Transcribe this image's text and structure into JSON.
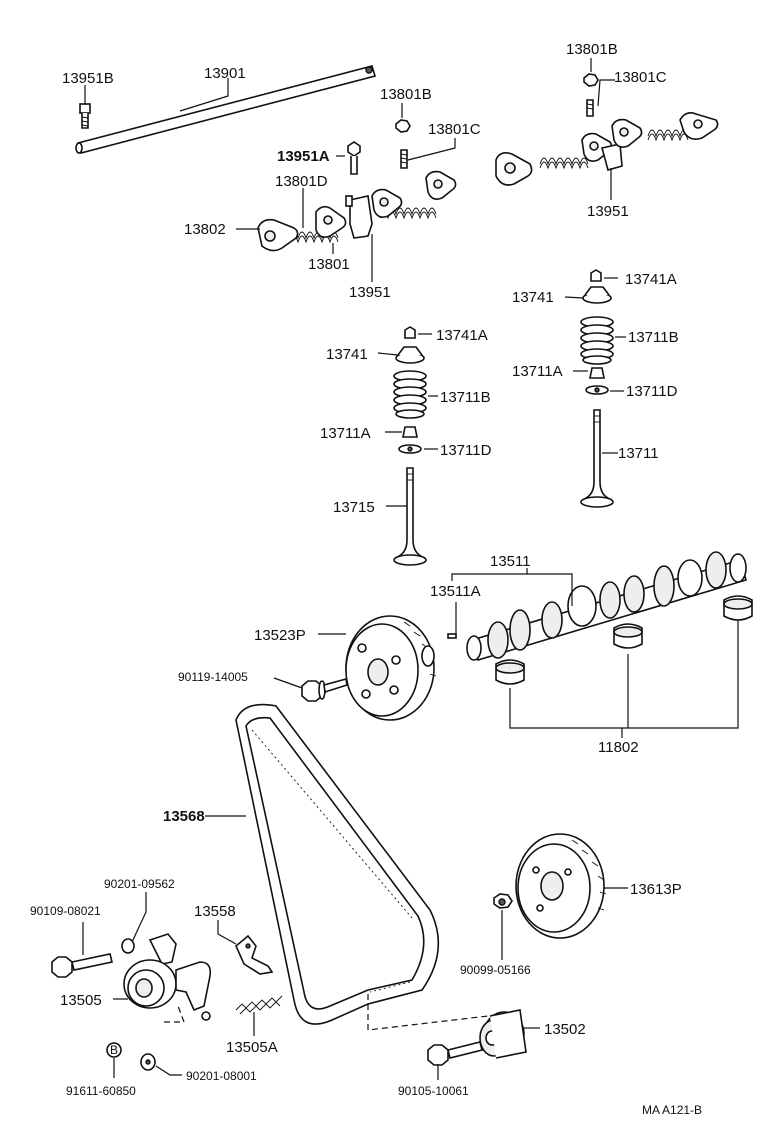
{
  "diagram_code": "MA  A121-B",
  "labels": {
    "p13951B": "13951B",
    "p13901": "13901",
    "p13801B_a": "13801B",
    "p13801C_a": "13801C",
    "p13801B_b": "13801B",
    "p13801C_b": "13801C",
    "p13951A": "13951A",
    "p13801D": "13801D",
    "p13802": "13802",
    "p13801": "13801",
    "p13951_a": "13951",
    "p13951_b": "13951",
    "p13741A_a": "13741A",
    "p13741_a": "13741",
    "p13711B_a": "13711B",
    "p13711A_a": "13711A",
    "p13711D_a": "13711D",
    "p13711": "13711",
    "p13741A_b": "13741A",
    "p13741_b": "13741",
    "p13711B_b": "13711B",
    "p13711A_b": "13711A",
    "p13711D_b": "13711D",
    "p13715": "13715",
    "p13511": "13511",
    "p13511A": "13511A",
    "p13523P": "13523P",
    "p90119": "90119-14005",
    "p11802": "11802",
    "p13568": "13568",
    "p90201_09562": "90201-09562",
    "p90109": "90109-08021",
    "p13558": "13558",
    "p13505": "13505",
    "p13505A": "13505A",
    "p91611": "91611-60850",
    "p90201_08001": "90201-08001",
    "p13613P": "13613P",
    "p90099": "90099-05166",
    "p13502": "13502",
    "p90105": "90105-10061",
    "b_marker": "B"
  }
}
